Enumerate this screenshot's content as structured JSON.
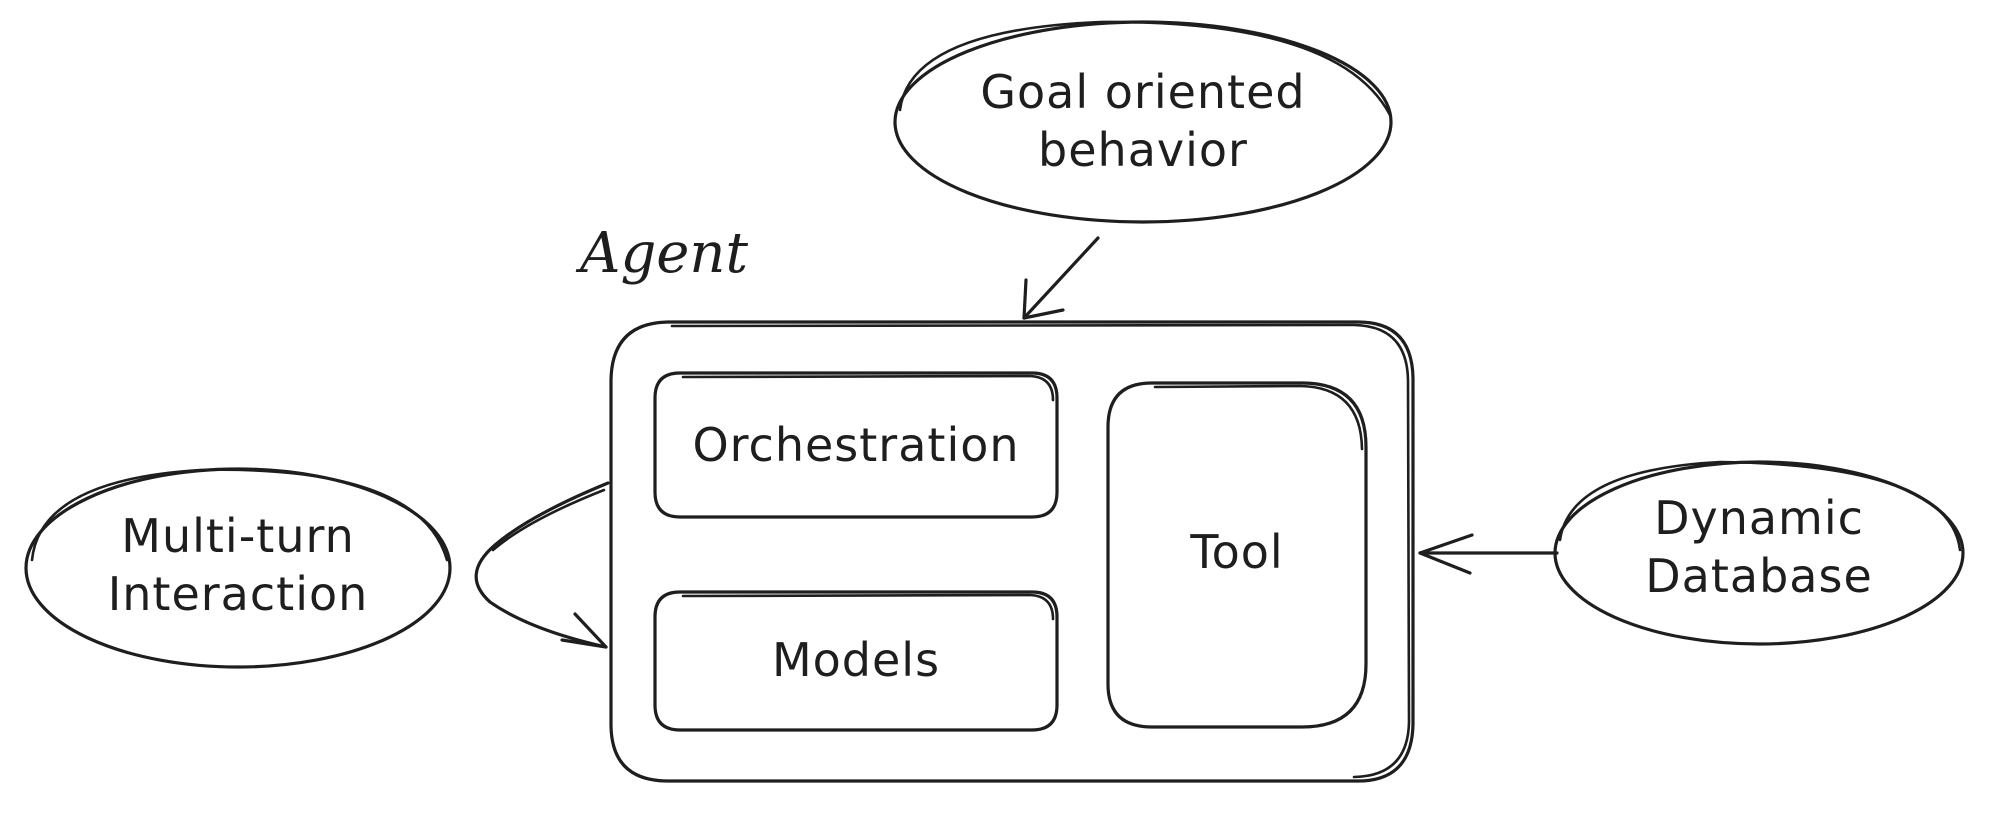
{
  "diagram": {
    "agent_label": "Agent",
    "boxes": {
      "orchestration": "Orchestration",
      "models": "Models",
      "tool": "Tool"
    },
    "ellipses": {
      "goal": [
        "Goal oriented",
        "behavior"
      ],
      "multi_turn": [
        "Multi-turn",
        "Interaction"
      ],
      "database": [
        "Dynamic",
        "Database"
      ]
    }
  }
}
